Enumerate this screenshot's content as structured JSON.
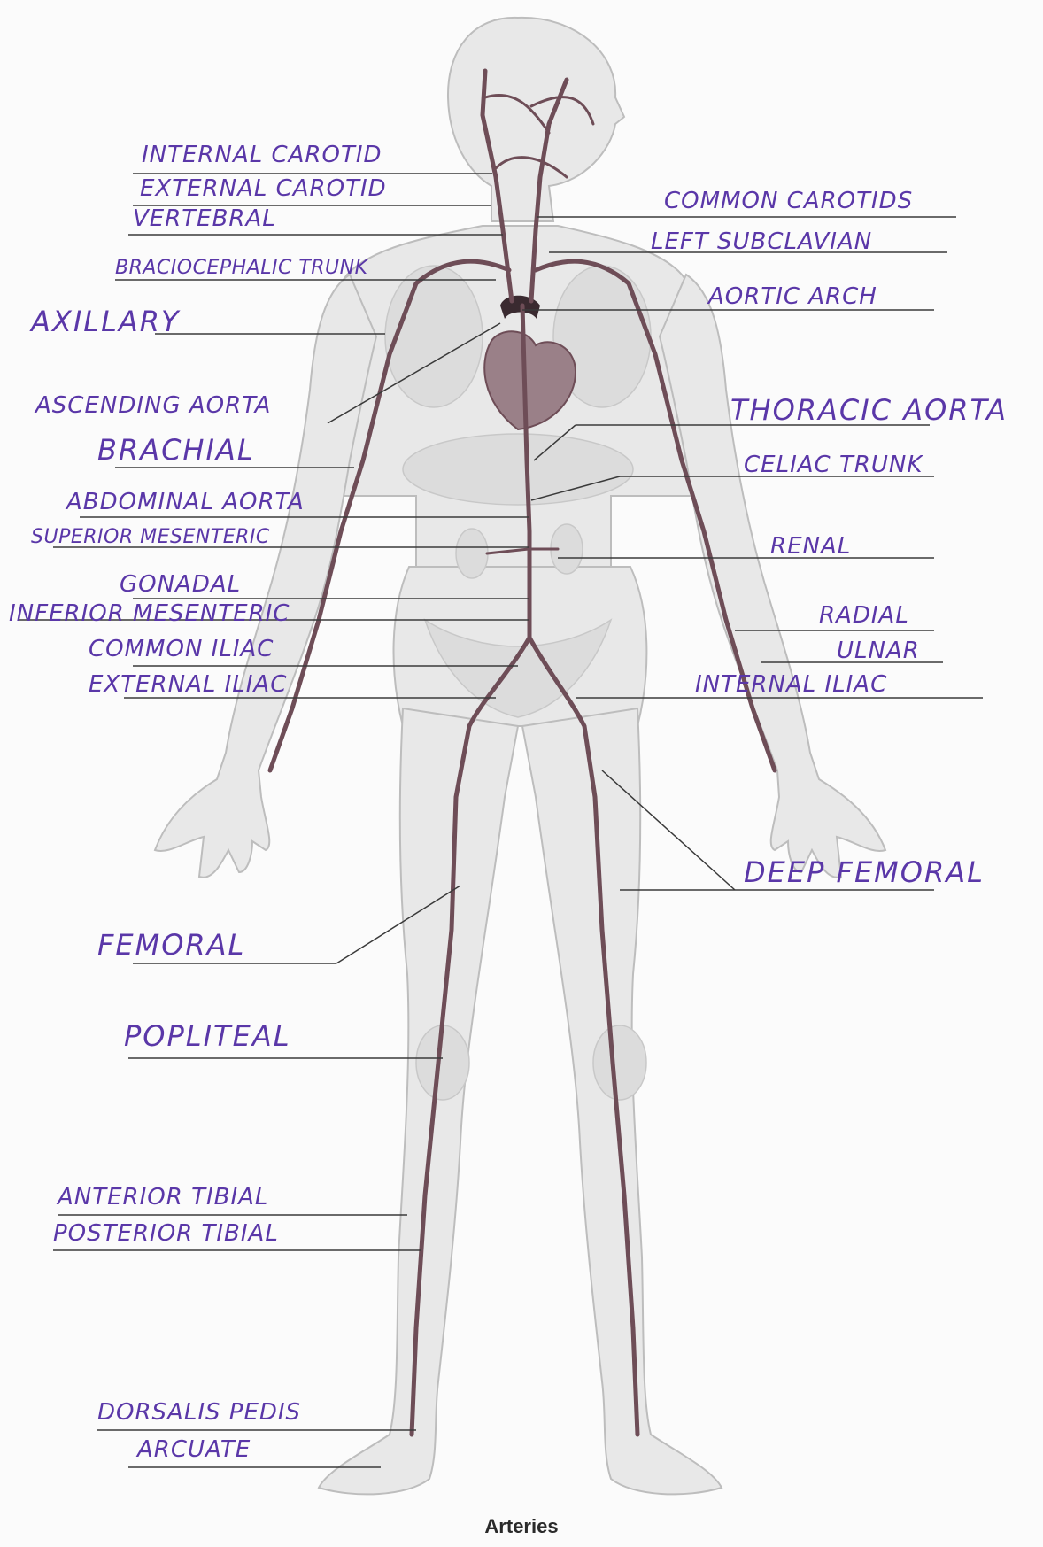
{
  "figure": {
    "caption": "Arteries",
    "colors": {
      "body_fill": "#e8e8e8",
      "body_outline": "#bdbdbd",
      "artery": "#6e4d57",
      "leader_line": "#3a3a3a",
      "handwriting": "#5a37a8"
    }
  },
  "labels": {
    "internal_carotid": "INTERNAL CAROTID",
    "external_carotid": "EXTERNAL CAROTID",
    "vertebral": "VERTEBRAL",
    "common_carotids": "COMMON CAROTIDS",
    "left_subclavian": "LEFT SUBCLAVIAN",
    "brachiocephalic_trunk": "BRACIOCEPHALIC TRUNK",
    "aortic_arch": "AORTIC ARCH",
    "axillary": "AXILLARY",
    "ascending_aorta": "ASCENDING AORTA",
    "thoracic_aorta": "THORACIC AORTA",
    "brachial": "BRACHIAL",
    "celiac_trunk": "CELIAC TRUNK",
    "abdominal_aorta": "ABDOMINAL AORTA",
    "superior_mesenteric": "SUPERIOR MESENTERIC",
    "renal": "RENAL",
    "gonadal": "GONADAL",
    "inferior_mesenteric": "INFERIOR MESENTERIC",
    "radial": "RADIAL",
    "common_iliac": "COMMON ILIAC",
    "ulnar": "ULNAR",
    "external_iliac": "EXTERNAL ILIAC",
    "internal_iliac": "INTERNAL ILIAC",
    "deep_femoral": "DEEP FEMORAL",
    "femoral": "FEMORAL",
    "popliteal": "POPLITEAL",
    "anterior_tibial": "ANTERIOR TIBIAL",
    "posterior_tibial": "POSTERIOR TIBIAL",
    "dorsalis_pedis": "DORSALIS PEDIS",
    "arcuate": "ARCUATE"
  }
}
